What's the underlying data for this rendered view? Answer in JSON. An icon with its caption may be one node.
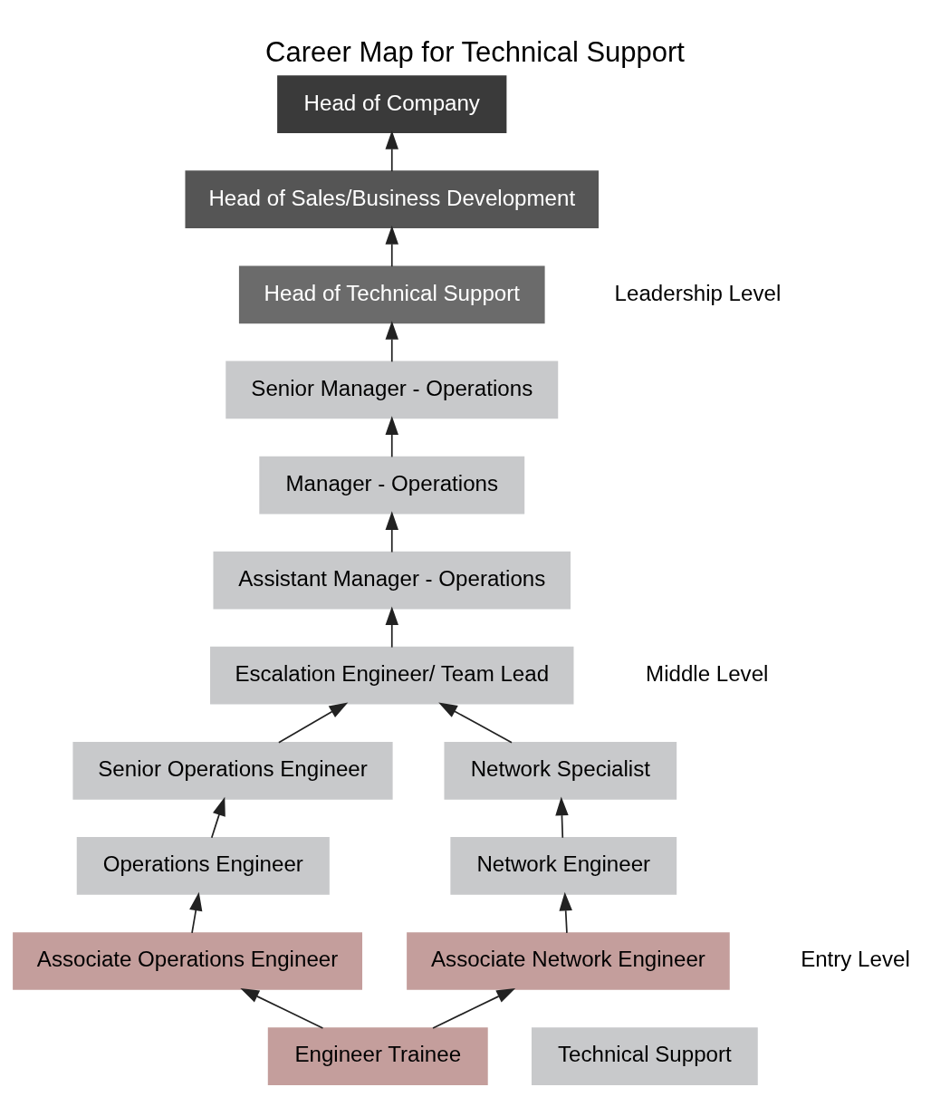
{
  "diagram": {
    "title": "Career Map for Technical Support",
    "nodes": [
      {
        "text": [
          "Head of Company"
        ]
      },
      {
        "text": [
          "Head of Sales/Business Development"
        ]
      },
      {
        "text": [
          "Head of Technical Support"
        ]
      },
      {
        "text": [
          "Senior Manager - Operations"
        ]
      },
      {
        "text": [
          "Manager - Operations"
        ]
      },
      {
        "text": [
          "Assistant Manager - Operations"
        ]
      },
      {
        "text": [
          "Escalation Engineer/ Team Lead"
        ]
      },
      {
        "text": [
          "Senior Operations Engineer"
        ]
      },
      {
        "text": [
          "Network Specialist"
        ]
      },
      {
        "text": [
          "Operations Engineer"
        ]
      },
      {
        "text": [
          "Network Engineer"
        ]
      },
      {
        "text": [
          "Associate Operations Engineer"
        ]
      },
      {
        "text": [
          "Associate Network Engineer"
        ]
      },
      {
        "text": [
          "Engineer Trainee"
        ]
      },
      {
        "text": [
          "Technical Support"
        ]
      }
    ],
    "edges": [
      {
        "from": 1,
        "to": 0,
        "arrow": "to"
      },
      {
        "from": 2,
        "to": 1,
        "arrow": "to"
      },
      {
        "from": 3,
        "to": 2,
        "arrow": "to"
      },
      {
        "from": 4,
        "to": 3,
        "arrow": "to"
      },
      {
        "from": 5,
        "to": 4,
        "arrow": "to"
      },
      {
        "from": 6,
        "to": 5,
        "arrow": "to"
      },
      {
        "from": 7,
        "to": 6,
        "arrow": "to"
      },
      {
        "from": 8,
        "to": 6,
        "arrow": "to"
      },
      {
        "from": 9,
        "to": 7,
        "arrow": "to"
      },
      {
        "from": 10,
        "to": 8,
        "arrow": "to"
      },
      {
        "from": 11,
        "to": 9,
        "arrow": "to"
      },
      {
        "from": 12,
        "to": 10,
        "arrow": "to"
      },
      {
        "from": 13,
        "to": 11,
        "arrow": "to"
      },
      {
        "from": 13,
        "to": 12,
        "arrow": "to"
      }
    ],
    "labels": [
      "Leadership Level",
      "Middle Level",
      "Entry Level"
    ]
  }
}
